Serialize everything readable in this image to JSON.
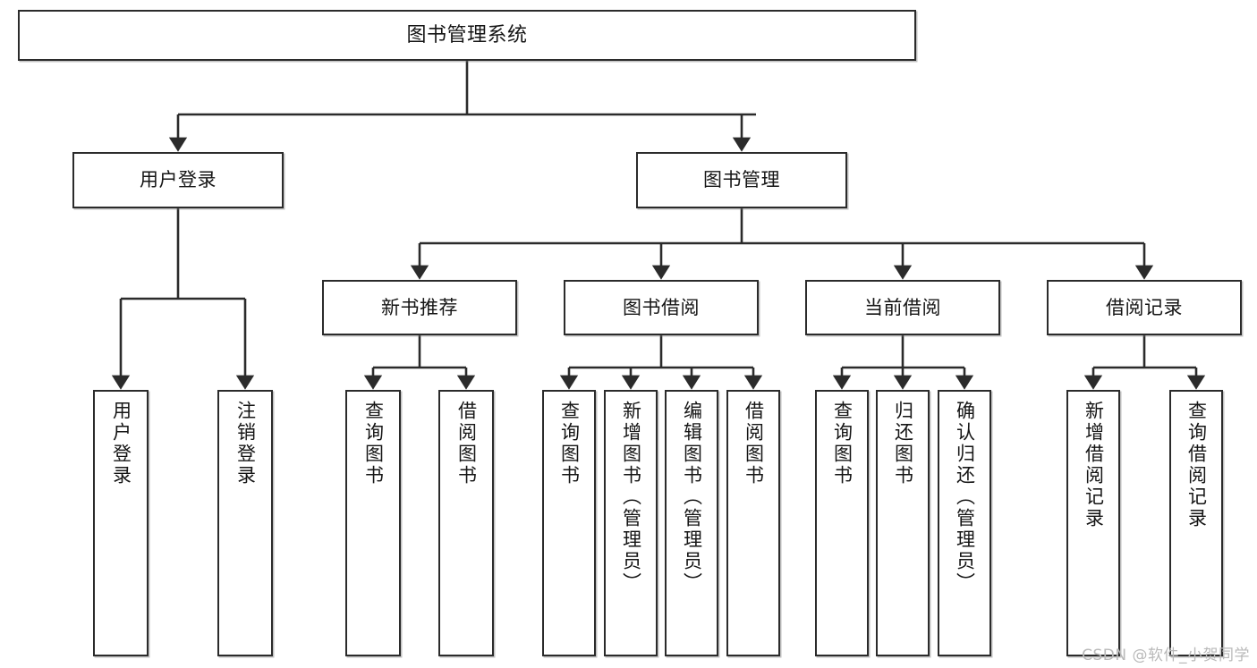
{
  "diagram": {
    "title": "图书管理系统",
    "type": "tree-hierarchy-chart",
    "colors": {
      "node_border": "#2b2b2b",
      "node_fill": "#ffffff",
      "edge": "#2b2b2b",
      "background": "#ffffff",
      "watermark": "#b9b9b9"
    },
    "root": {
      "label": "图书管理系统"
    },
    "level2": [
      {
        "label": "用户登录"
      },
      {
        "label": "图书管理"
      }
    ],
    "level3": [
      {
        "label": "新书推荐"
      },
      {
        "label": "图书借阅"
      },
      {
        "label": "当前借阅"
      },
      {
        "label": "借阅记录"
      }
    ],
    "leaves": {
      "user_login": [
        {
          "label": "用户登录"
        },
        {
          "label": "注销登录"
        }
      ],
      "new_book_recommend": [
        {
          "label": "查询图书"
        },
        {
          "label": "借阅图书"
        }
      ],
      "book_borrow": [
        {
          "label": "查询图书"
        },
        {
          "label": "新增图书（管理员）"
        },
        {
          "label": "编辑图书（管理员）"
        },
        {
          "label": "借阅图书"
        }
      ],
      "current_borrow": [
        {
          "label": "查询图书"
        },
        {
          "label": "归还图书"
        },
        {
          "label": "确认归还（管理员）"
        }
      ],
      "borrow_record": [
        {
          "label": "新增借阅记录"
        },
        {
          "label": "查询借阅记录"
        }
      ]
    },
    "watermark": "CSDN @软件_小贺同学"
  }
}
